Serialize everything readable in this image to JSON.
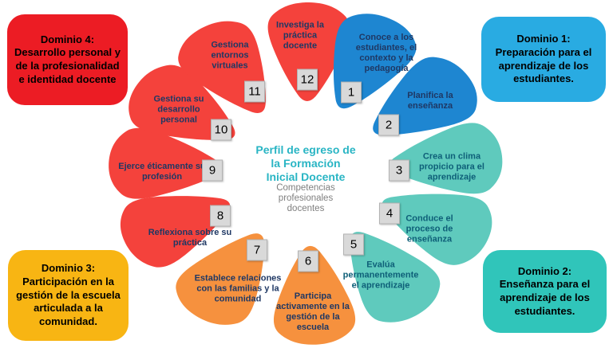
{
  "center": {
    "title": "Perfil de egreso de la Formación Inicial Docente",
    "subtitle": "Competencias profesionales docentes",
    "title_color": "#29B5C4",
    "subtitle_color": "#7F7F7F"
  },
  "domains": {
    "d1": {
      "title": "Dominio 1:",
      "text": "Preparación para el aprendizaje de los estudiantes.",
      "bg": "#29ABE2"
    },
    "d2": {
      "title": "Dominio 2:",
      "text": "Enseñanza para el aprendizaje de los estudiantes.",
      "bg": "#30C5BA"
    },
    "d3": {
      "title": "Dominio 3:",
      "text": "Participación en la gestión de la escuela articulada a la comunidad.",
      "bg": "#F8B513"
    },
    "d4": {
      "title": "Dominio 4:",
      "text": "Desarrollo personal y de la profesionalidad e identidad docente",
      "bg": "#EC1C24"
    }
  },
  "petals": [
    {
      "number": "1",
      "label": "Conoce a los estudiantes, el contexto y la pedagogía",
      "color": "#1E86D1",
      "text_color": "#1F3864"
    },
    {
      "number": "2",
      "label": "Planifica la enseñanza",
      "color": "#1E86D1",
      "text_color": "#1F3864"
    },
    {
      "number": "3",
      "label": "Crea un clima propicio para el aprendizaje",
      "color": "#5FCABD",
      "text_color": "#0E5F78"
    },
    {
      "number": "4",
      "label": "Conduce el proceso de enseñanza",
      "color": "#5FCABD",
      "text_color": "#0E5F78"
    },
    {
      "number": "5",
      "label": "Evalúa permanentemente el aprendizaje",
      "color": "#5FCABD",
      "text_color": "#0E5F78"
    },
    {
      "number": "6",
      "label": "Participa activamente en la gestión de la escuela",
      "color": "#F6913E",
      "text_color": "#1F3864"
    },
    {
      "number": "7",
      "label": "Establece relaciones con las familias y la comunidad",
      "color": "#F6913E",
      "text_color": "#1F3864"
    },
    {
      "number": "8",
      "label": "Reflexiona sobre su práctica",
      "color": "#F4423C",
      "text_color": "#1F3864"
    },
    {
      "number": "9",
      "label": "Ejerce éticamente su profesión",
      "color": "#F4423C",
      "text_color": "#1F3864"
    },
    {
      "number": "10",
      "label": "Gestiona su desarrollo personal",
      "color": "#F4423C",
      "text_color": "#1F3864"
    },
    {
      "number": "11",
      "label": "Gestiona entornos virtuales",
      "color": "#F4423C",
      "text_color": "#1F3864"
    },
    {
      "number": "12",
      "label": "Investiga la práctica docente",
      "color": "#F4423C",
      "text_color": "#1F3864"
    }
  ],
  "badge": {
    "bg": "#D9D9D9",
    "text_color": "#262626"
  }
}
